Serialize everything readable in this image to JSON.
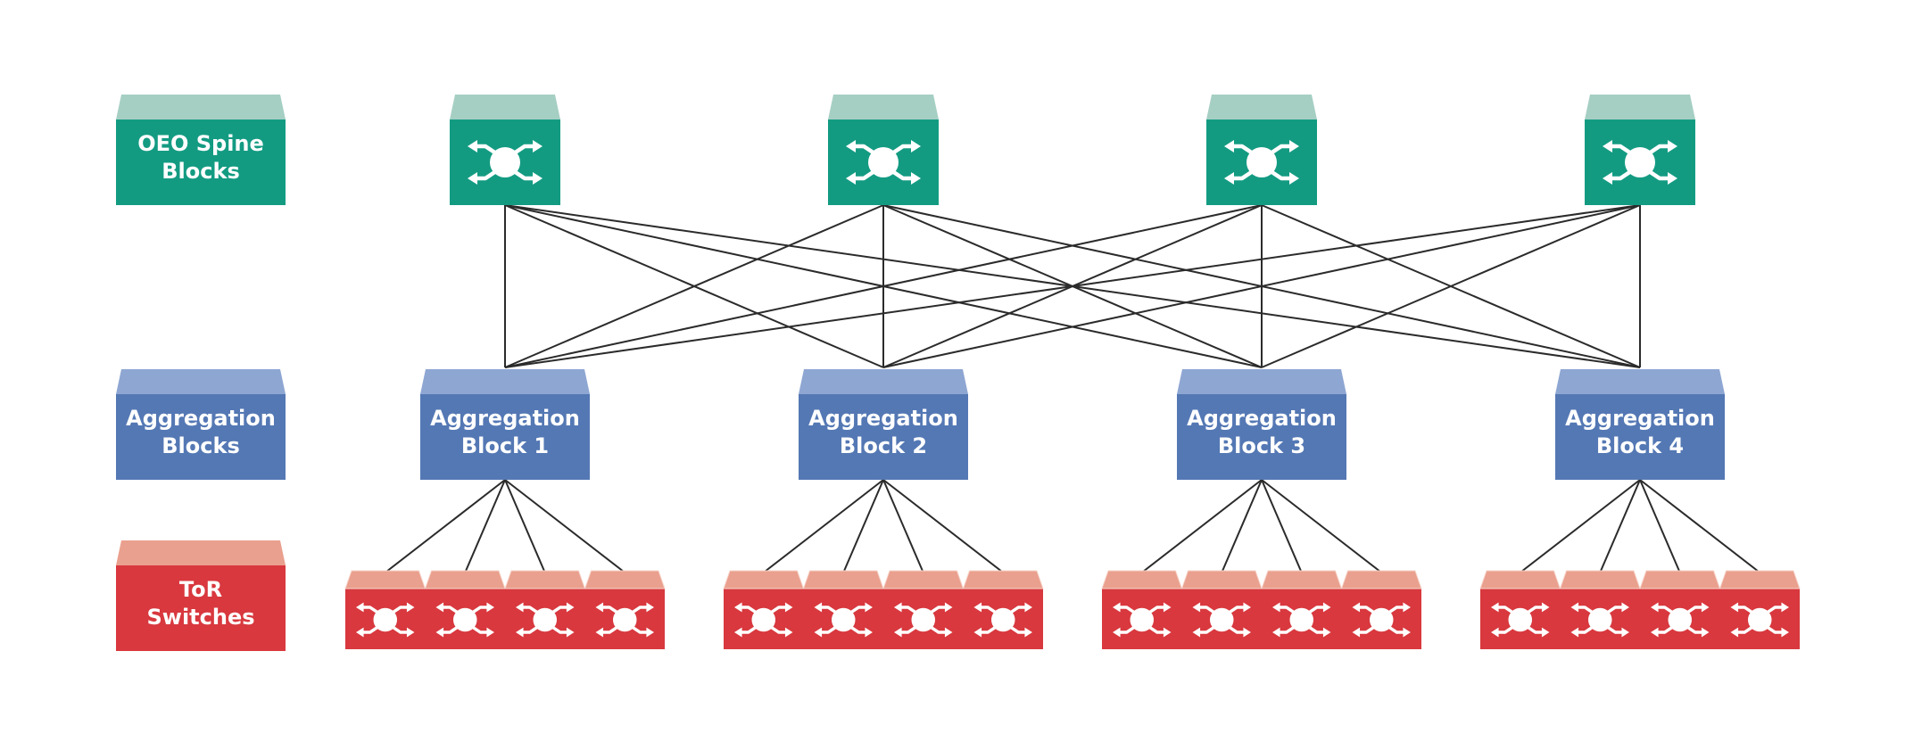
{
  "colors": {
    "spine_top": "#a6cfc4",
    "spine_body": "#139b82",
    "agg_top": "#8ea6d2",
    "agg_body": "#5478b4",
    "tor_top": "#eaa08e",
    "tor_body": "#d8383e",
    "line": "#2b2b2b",
    "icon": "#ffffff"
  },
  "legend": [
    {
      "kind": "spine",
      "lines": [
        "OEO Spine",
        "Blocks"
      ]
    },
    {
      "kind": "agg",
      "lines": [
        "Aggregation",
        "Blocks"
      ]
    },
    {
      "kind": "tor",
      "lines": [
        "ToR",
        "Switches"
      ]
    }
  ],
  "spine_blocks": [
    {
      "icon": "switch-icon"
    },
    {
      "icon": "switch-icon"
    },
    {
      "icon": "switch-icon"
    },
    {
      "icon": "switch-icon"
    }
  ],
  "aggregation_blocks": [
    {
      "lines": [
        "Aggregation",
        "Block 1"
      ],
      "tor_switches": 4
    },
    {
      "lines": [
        "Aggregation",
        "Block 2"
      ],
      "tor_switches": 4
    },
    {
      "lines": [
        "Aggregation",
        "Block 3"
      ],
      "tor_switches": 4
    },
    {
      "lines": [
        "Aggregation",
        "Block 4"
      ],
      "tor_switches": 4
    }
  ]
}
